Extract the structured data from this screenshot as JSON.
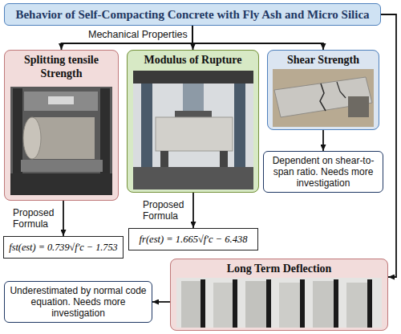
{
  "diagram": {
    "nodes": [
      {
        "text": [
          "Behavior of Self-Compacting Concrete with Fly Ash and Micro Silica"
        ]
      },
      {
        "text": [
          "Splitting tensile Strength"
        ]
      },
      {
        "text": [
          "Modulus of Rupture"
        ]
      },
      {
        "text": [
          "Shear Strength"
        ]
      },
      {
        "text": [
          "fst(est) = 0.739√f′c − 1.753"
        ]
      },
      {
        "text": [
          "fr(est) = 1.665√f′c − 6.438"
        ]
      },
      {
        "text": [
          "Dependent on shear-to-span ratio. Needs more investigation"
        ]
      },
      {
        "text": [
          "Long Term Deflection"
        ]
      },
      {
        "text": [
          "Underestimated by normal code equation. Needs more investigation"
        ]
      }
    ],
    "edges": [
      {
        "from": 0,
        "to": 1,
        "arrow": "to"
      },
      {
        "from": 0,
        "to": 2,
        "arrow": "to"
      },
      {
        "from": 0,
        "to": 3,
        "arrow": "to"
      },
      {
        "from": 0,
        "to": 7,
        "arrow": "to"
      },
      {
        "from": 1,
        "to": 4,
        "label": "Proposed Formula",
        "arrow": "to"
      },
      {
        "from": 2,
        "to": 5,
        "label": "Proposed Formula",
        "arrow": "to"
      },
      {
        "from": 3,
        "to": 6,
        "arrow": "to"
      },
      {
        "from": 7,
        "to": 8,
        "arrow": "to"
      }
    ],
    "labels": [
      "Mechanical Properties"
    ]
  }
}
